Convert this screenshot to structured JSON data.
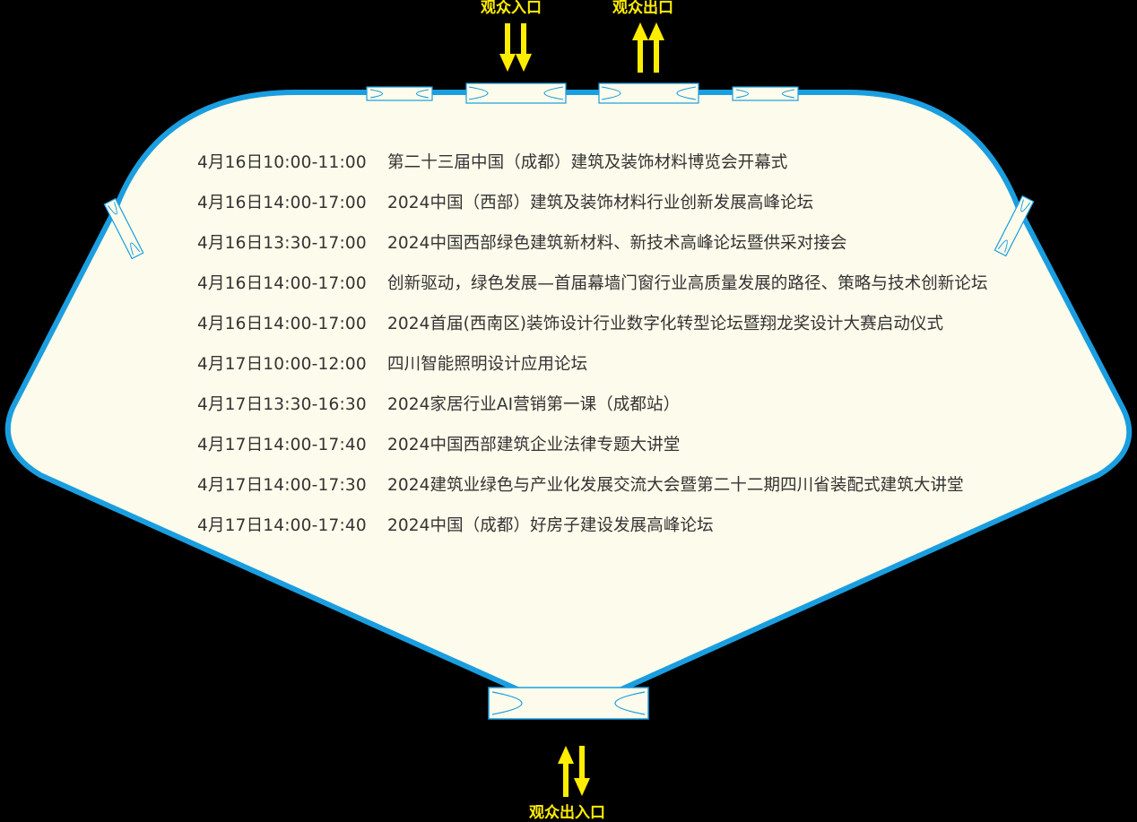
{
  "colors": {
    "background": "#000000",
    "hall_fill": "#fdfbeb",
    "hall_border": "#1a9ee0",
    "arrow": "#ffed00",
    "text": "#333333"
  },
  "doors": {
    "top_entrance_label": "观众入口",
    "top_exit_label": "观众出口",
    "bottom_label": "观众出入口"
  },
  "schedule": [
    {
      "time": "4月16日10:00-11:00",
      "event": "第二十三届中国（成都）建筑及装饰材料博览会开幕式"
    },
    {
      "time": "4月16日14:00-17:00",
      "event": "2024中国（西部）建筑及装饰材料行业创新发展高峰论坛"
    },
    {
      "time": "4月16日13:30-17:00",
      "event": "2024中国西部绿色建筑新材料、新技术高峰论坛暨供采对接会"
    },
    {
      "time": "4月16日14:00-17:00",
      "event": "创新驱动，绿色发展—首届幕墙门窗行业高质量发展的路径、策略与技术创新论坛"
    },
    {
      "time": "4月16日14:00-17:00",
      "event": "2024首届(西南区)装饰设计行业数字化转型论坛暨翔龙奖设计大赛启动仪式"
    },
    {
      "time": "4月17日10:00-12:00",
      "event": "四川智能照明设计应用论坛"
    },
    {
      "time": "4月17日13:30-16:30",
      "event": "2024家居行业AI营销第一课（成都站）"
    },
    {
      "time": "4月17日14:00-17:40",
      "event": "2024中国西部建筑企业法律专题大讲堂"
    },
    {
      "time": "4月17日14:00-17:30",
      "event": "2024建筑业绿色与产业化发展交流大会暨第二十二期四川省装配式建筑大讲堂"
    },
    {
      "time": "4月17日14:00-17:40",
      "event": "2024中国（成都）好房子建设发展高峰论坛"
    }
  ]
}
